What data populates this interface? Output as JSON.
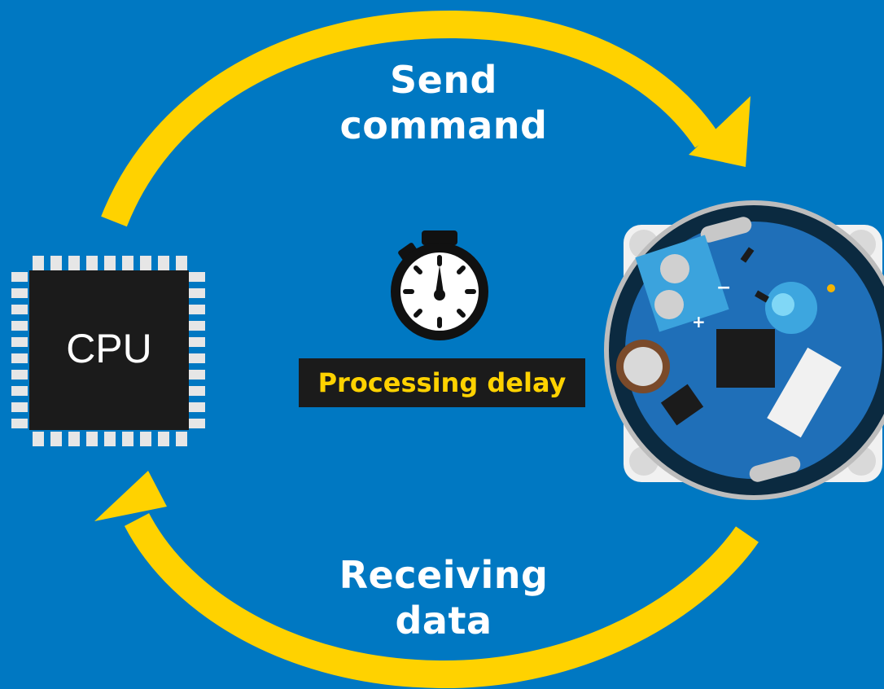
{
  "diagram": {
    "top_arrow_label": "Send command",
    "top_arrow_label_lines": [
      "Send",
      "command"
    ],
    "bottom_arrow_label_lines": [
      "Receiving",
      "data"
    ],
    "chip_label": "CPU",
    "delay_label": "Processing delay",
    "icons": {
      "timer": "stopwatch-icon",
      "chip": "cpu-chip-icon",
      "device": "sensor-circuit-board-icon"
    },
    "colors": {
      "background": "#0078c2",
      "arrow": "#ffd200",
      "chip": "#1b1b1b",
      "delay_text": "#ffd200",
      "board": "#1f6fb8"
    }
  }
}
